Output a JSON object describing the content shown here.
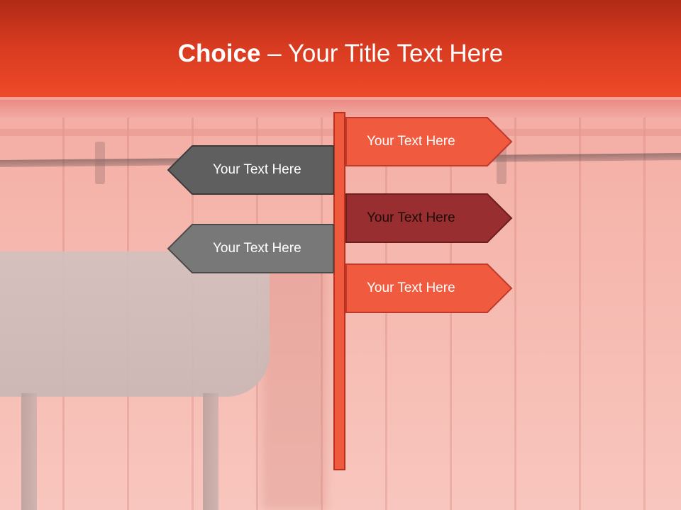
{
  "title": {
    "bold": "Choice",
    "rest": " – Your Title Text Here"
  },
  "signs": {
    "right": [
      {
        "label": "Your Text Here",
        "fill": "#f05a3e",
        "stroke": "#c0392b"
      },
      {
        "label": "Your Text Here",
        "fill": "#982e30",
        "stroke": "#6d1f20"
      },
      {
        "label": "Your Text Here",
        "fill": "#f05a3e",
        "stroke": "#c0392b"
      }
    ],
    "left": [
      {
        "label": "Your Text Here",
        "fill": "#5f5f5f",
        "stroke": "#3c3c3c"
      },
      {
        "label": "Your Text Here",
        "fill": "#787878",
        "stroke": "#4a4a4a"
      }
    ]
  },
  "colors": {
    "header": "#d63a20",
    "pole": "#ef5a3e",
    "background": "#f5b5ab"
  }
}
